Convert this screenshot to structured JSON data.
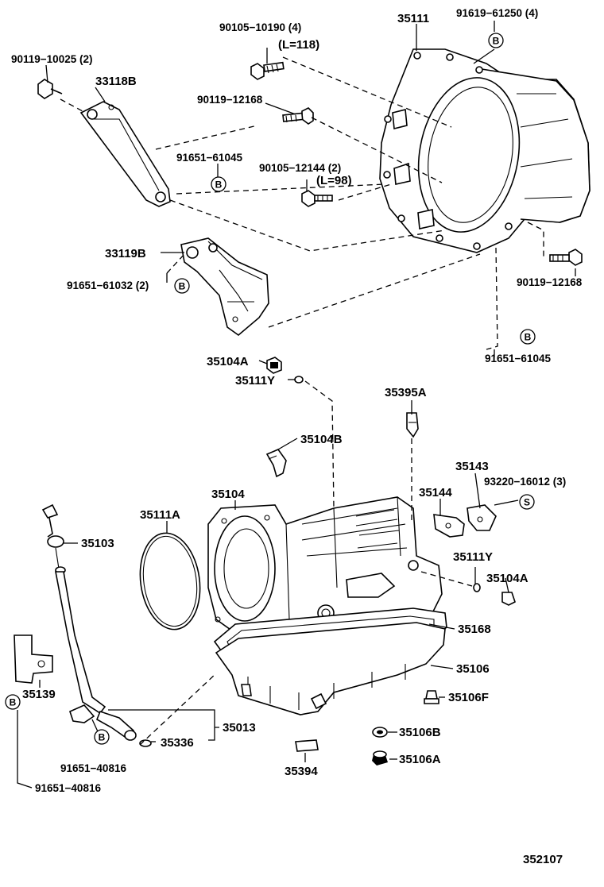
{
  "diagram_code": "352107",
  "callout_letters": {
    "b": "B",
    "s": "S"
  },
  "labels": {
    "p90119_10025": "90119−10025 (2)",
    "p33118B": "33118B",
    "p90105_10190": "90105−10190 (4)",
    "p90105_10190_len": "(L=118)",
    "p35111": "35111",
    "p91619_61250": "91619−61250 (4)",
    "p90119_12168_top": "90119−12168",
    "p91651_61045_top": "91651−61045",
    "p90105_12144": "90105−12144 (2)",
    "p90105_12144_len": "(L=98)",
    "p33119B": "33119B",
    "p91651_61032": "91651−61032 (2)",
    "p90119_12168_right": "90119−12168",
    "p91651_61045_right": "91651−61045",
    "p35104A_top": "35104A",
    "p35111Y_top": "35111Y",
    "p35395A": "35395A",
    "p35104B": "35104B",
    "p35143": "35143",
    "p93220_16012": "93220−16012 (3)",
    "p35144": "35144",
    "p35104": "35104",
    "p35111A": "35111A",
    "p35103": "35103",
    "p35111Y_right": "35111Y",
    "p35104A_right": "35104A",
    "p35168": "35168",
    "p35106": "35106",
    "p35139": "35139",
    "p35106F": "35106F",
    "p35013": "35013",
    "p35336": "35336",
    "p35106B": "35106B",
    "p91651_40816_a": "91651−40816",
    "p35394": "35394",
    "p35106A": "35106A",
    "p91651_40816_b": "91651−40816"
  }
}
